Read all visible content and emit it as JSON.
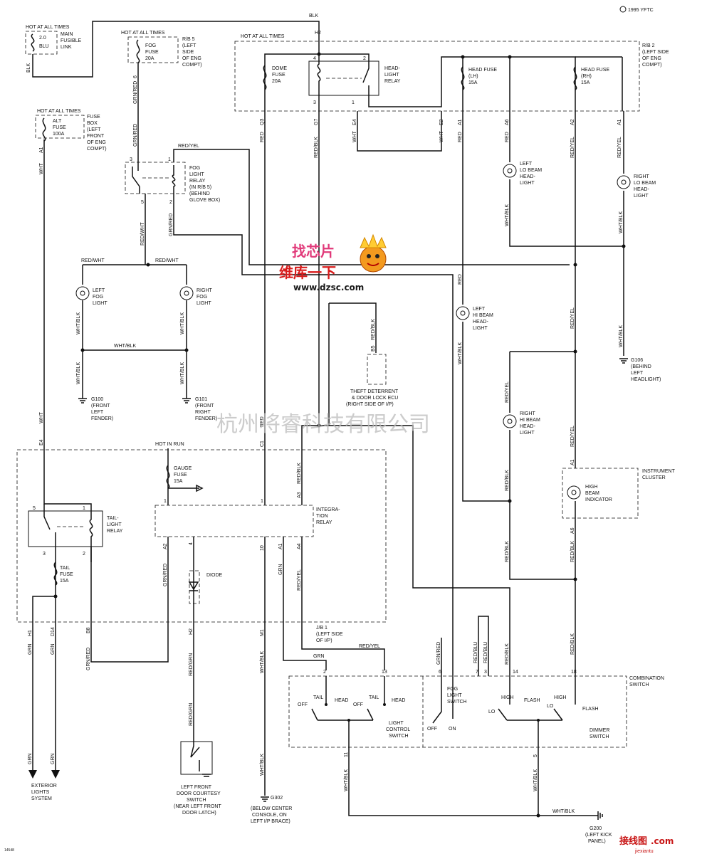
{
  "header": {
    "code": "1995 YFTC"
  },
  "fuses": {
    "main": {
      "hot": "HOT AT ALL TIMES",
      "rating": "2.0",
      "color": "BLU",
      "name": "MAIN FUSIBLE LINK",
      "wire": "BLK"
    },
    "alt": {
      "hot": "HOT AT ALL TIMES",
      "name": "ALT",
      "rating": "100A",
      "box": "FUSE BOX (LEFT FRONT OF ENG COMPT)",
      "pin": "A1",
      "wire": "WHT"
    },
    "fog": {
      "hot": "HOT AT ALL TIMES",
      "rb": "R/B 5",
      "name": "FOG FUSE 20A",
      "location": "(LEFT SIDE OF ENG COMPT)",
      "pin": "6",
      "wire": "GRN/RED"
    },
    "rb2": {
      "hot": "HOT AT ALL TIMES",
      "pin": "H2",
      "name": "R/B 2 (LEFT SIDE OF ENG COMPT)",
      "dome": "DOME FUSE 20A",
      "lh": "HEAD FUSE (LH) 15A",
      "rh": "HEAD FUSE (RH) 15A"
    },
    "gauge": {
      "hot": "HOT IN RUN",
      "name": "GAUGE FUSE 15A"
    },
    "tail": {
      "name": "TAIL FUSE 15A"
    }
  },
  "relays": {
    "headlight": "HEAD-LIGHT RELAY",
    "fog": "FOG LIGHT RELAY (IN R/B 5) (BEHIND GLOVE BOX)",
    "tail": "TAIL-LIGHT RELAY",
    "integration": "INTEGRA-TION RELAY"
  },
  "lamps": {
    "left_lo": "LEFT LO BEAM HEAD-LIGHT",
    "right_lo": "RIGHT LO BEAM HEAD-LIGHT",
    "left_fog": "LEFT FOG LIGHT",
    "right_fog": "RIGHT FOG LIGHT",
    "left_hi": "LEFT HI BEAM HEAD-LIGHT",
    "right_hi": "RIGHT HI BEAM HEAD-LIGHT",
    "hb_indicator": "HIGH BEAM INDICATOR",
    "cluster": "INSTRUMENT CLUSTER"
  },
  "grounds": {
    "g100": "G100 (FRONT LEFT FENDER)",
    "g101": "G101 (FRONT RIGHT FENDER)",
    "g106": "G106 (BEHIND LEFT HEADLIGHT)",
    "g302": "G302 (BELOW CENTER CONSOLE, ON LEFT I/P BRACE)",
    "g200": "G200 (LEFT KICK PANEL)"
  },
  "components": {
    "ecu": "THEFT DETERRENT & DOOR LOCK ECU (RIGHT SIDE OF I/P)",
    "diode": "DIODE",
    "jb1": "J/B 1 (LEFT SIDE OF I/P)",
    "door_switch": "LEFT FRONT DOOR COURTESY SWITCH (NEAR LEFT FRONT DOOR LATCH)",
    "exterior": "EXTERIOR LIGHTS SYSTEM",
    "combination": "COMBINATION SWITCH",
    "light_control": "LIGHT CONTROL SWITCH",
    "fog_switch": "FOG LIGHT SWITCH",
    "dimmer": "DIMMER SWITCH"
  },
  "switch_labels": {
    "tail": "TAIL",
    "head": "HEAD",
    "off": "OFF",
    "on": "ON",
    "high": "HIGH",
    "lo": "LO",
    "flash": "FLASH"
  },
  "wires": {
    "w_grnred": "GRN/RED",
    "w_redyel": "RED/YEL",
    "w_redwht": "RED/WHT",
    "w_whtblk": "WHT/BLK",
    "w_red": "RED",
    "w_redblk": "RED/BLK",
    "w_wht": "WHT",
    "w_grn": "GRN",
    "w_redgrn": "RED/GRN",
    "w_grnred2": "GRN/RED",
    "w_redblu": "RED/BLU",
    "w_blk": "BLK"
  },
  "watermark": {
    "company": "杭州将睿科技有限公司",
    "logo_top": "找芯片",
    "logo_bottom": "维库一下",
    "url": "www.dzsc.com",
    "corner": "接线图",
    "corner_url": "jiexiantu",
    "corner_com": ".com"
  },
  "figure_id": "14548"
}
